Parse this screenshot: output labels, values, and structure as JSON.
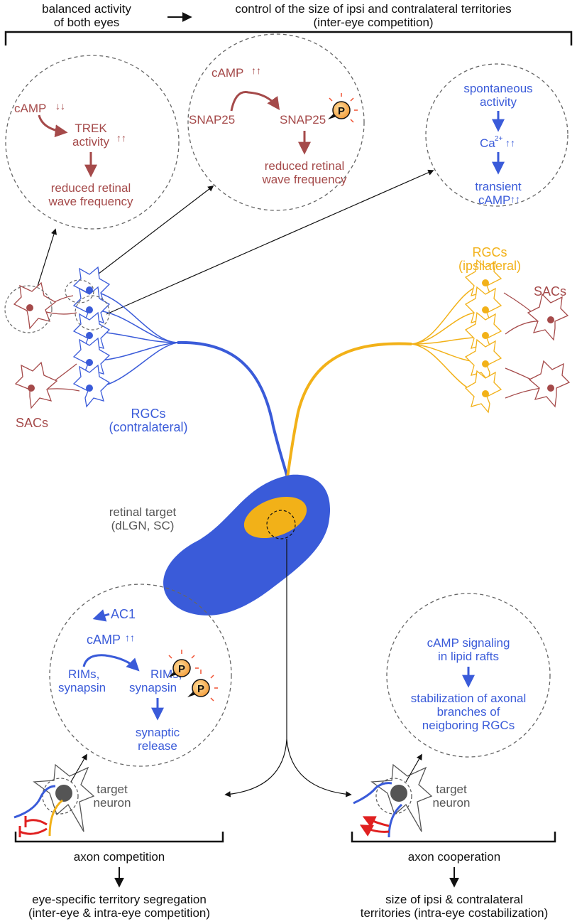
{
  "colors": {
    "contralateral": "#3a5bd9",
    "ipsilateral": "#f2b118",
    "sac": "#a54a4a",
    "inhibition": "#e02020",
    "text": "#111111",
    "neuron": "#666666"
  },
  "header": {
    "left_line1": "balanced activity",
    "left_line2": "of both eyes",
    "right_line1": "control of the size of ipsi and contralateral territories",
    "right_line2": "(inter-eye competition)"
  },
  "circle_trek": {
    "camp": "cAMP",
    "trek": "TREK",
    "activity": "activity",
    "result_line1": "reduced retinal",
    "result_line2": "wave frequency"
  },
  "circle_snap": {
    "camp": "cAMP",
    "snap_left": "SNAP25",
    "snap_right": "SNAP25",
    "phospho": "P",
    "result_line1": "reduced retinal",
    "result_line2": "wave frequency"
  },
  "circle_spont": {
    "line1": "spontaneous",
    "line2": "activity",
    "calcium": "Ca",
    "calcium_sup": "2+",
    "transient": "transient",
    "camp": "cAMP"
  },
  "labels": {
    "rgc_ipsi_line1": "RGCs",
    "rgc_ipsi_line2": "(ipsilateral)",
    "sacs_right": "SACs",
    "sacs_left": "SACs",
    "rgc_contra_line1": "RGCs",
    "rgc_contra_line2": "(contralateral)",
    "target_line1": "retinal target",
    "target_line2": "(dLGN, SC)"
  },
  "circle_ac1": {
    "ac1": "AC1",
    "camp": "cAMP",
    "rims_left_line1": "RIMs,",
    "rims_left_line2": "synapsin",
    "rims_right_line1": "RIMs,",
    "rims_right_line2": "synapsin",
    "phospho": "P",
    "result_line1": "synaptic",
    "result_line2": "release"
  },
  "circle_lipid": {
    "line1": "cAMP signaling",
    "line2": "in lipid rafts",
    "result_line1": "stabilization of axonal",
    "result_line2": "branches of",
    "result_line3": "neigboring RGCs"
  },
  "bottom_left": {
    "neuron_line1": "target",
    "neuron_line2": "neuron",
    "bracket_label": "axon competition",
    "outcome_line1": "eye-specific territory segregation",
    "outcome_line2": "(inter-eye & intra-eye competition)"
  },
  "bottom_right": {
    "neuron_line1": "target",
    "neuron_line2": "neuron",
    "bracket_label": "axon cooperation",
    "outcome_line1": "size of ipsi & contralateral",
    "outcome_line2": "territories (intra-eye costabilization)"
  }
}
